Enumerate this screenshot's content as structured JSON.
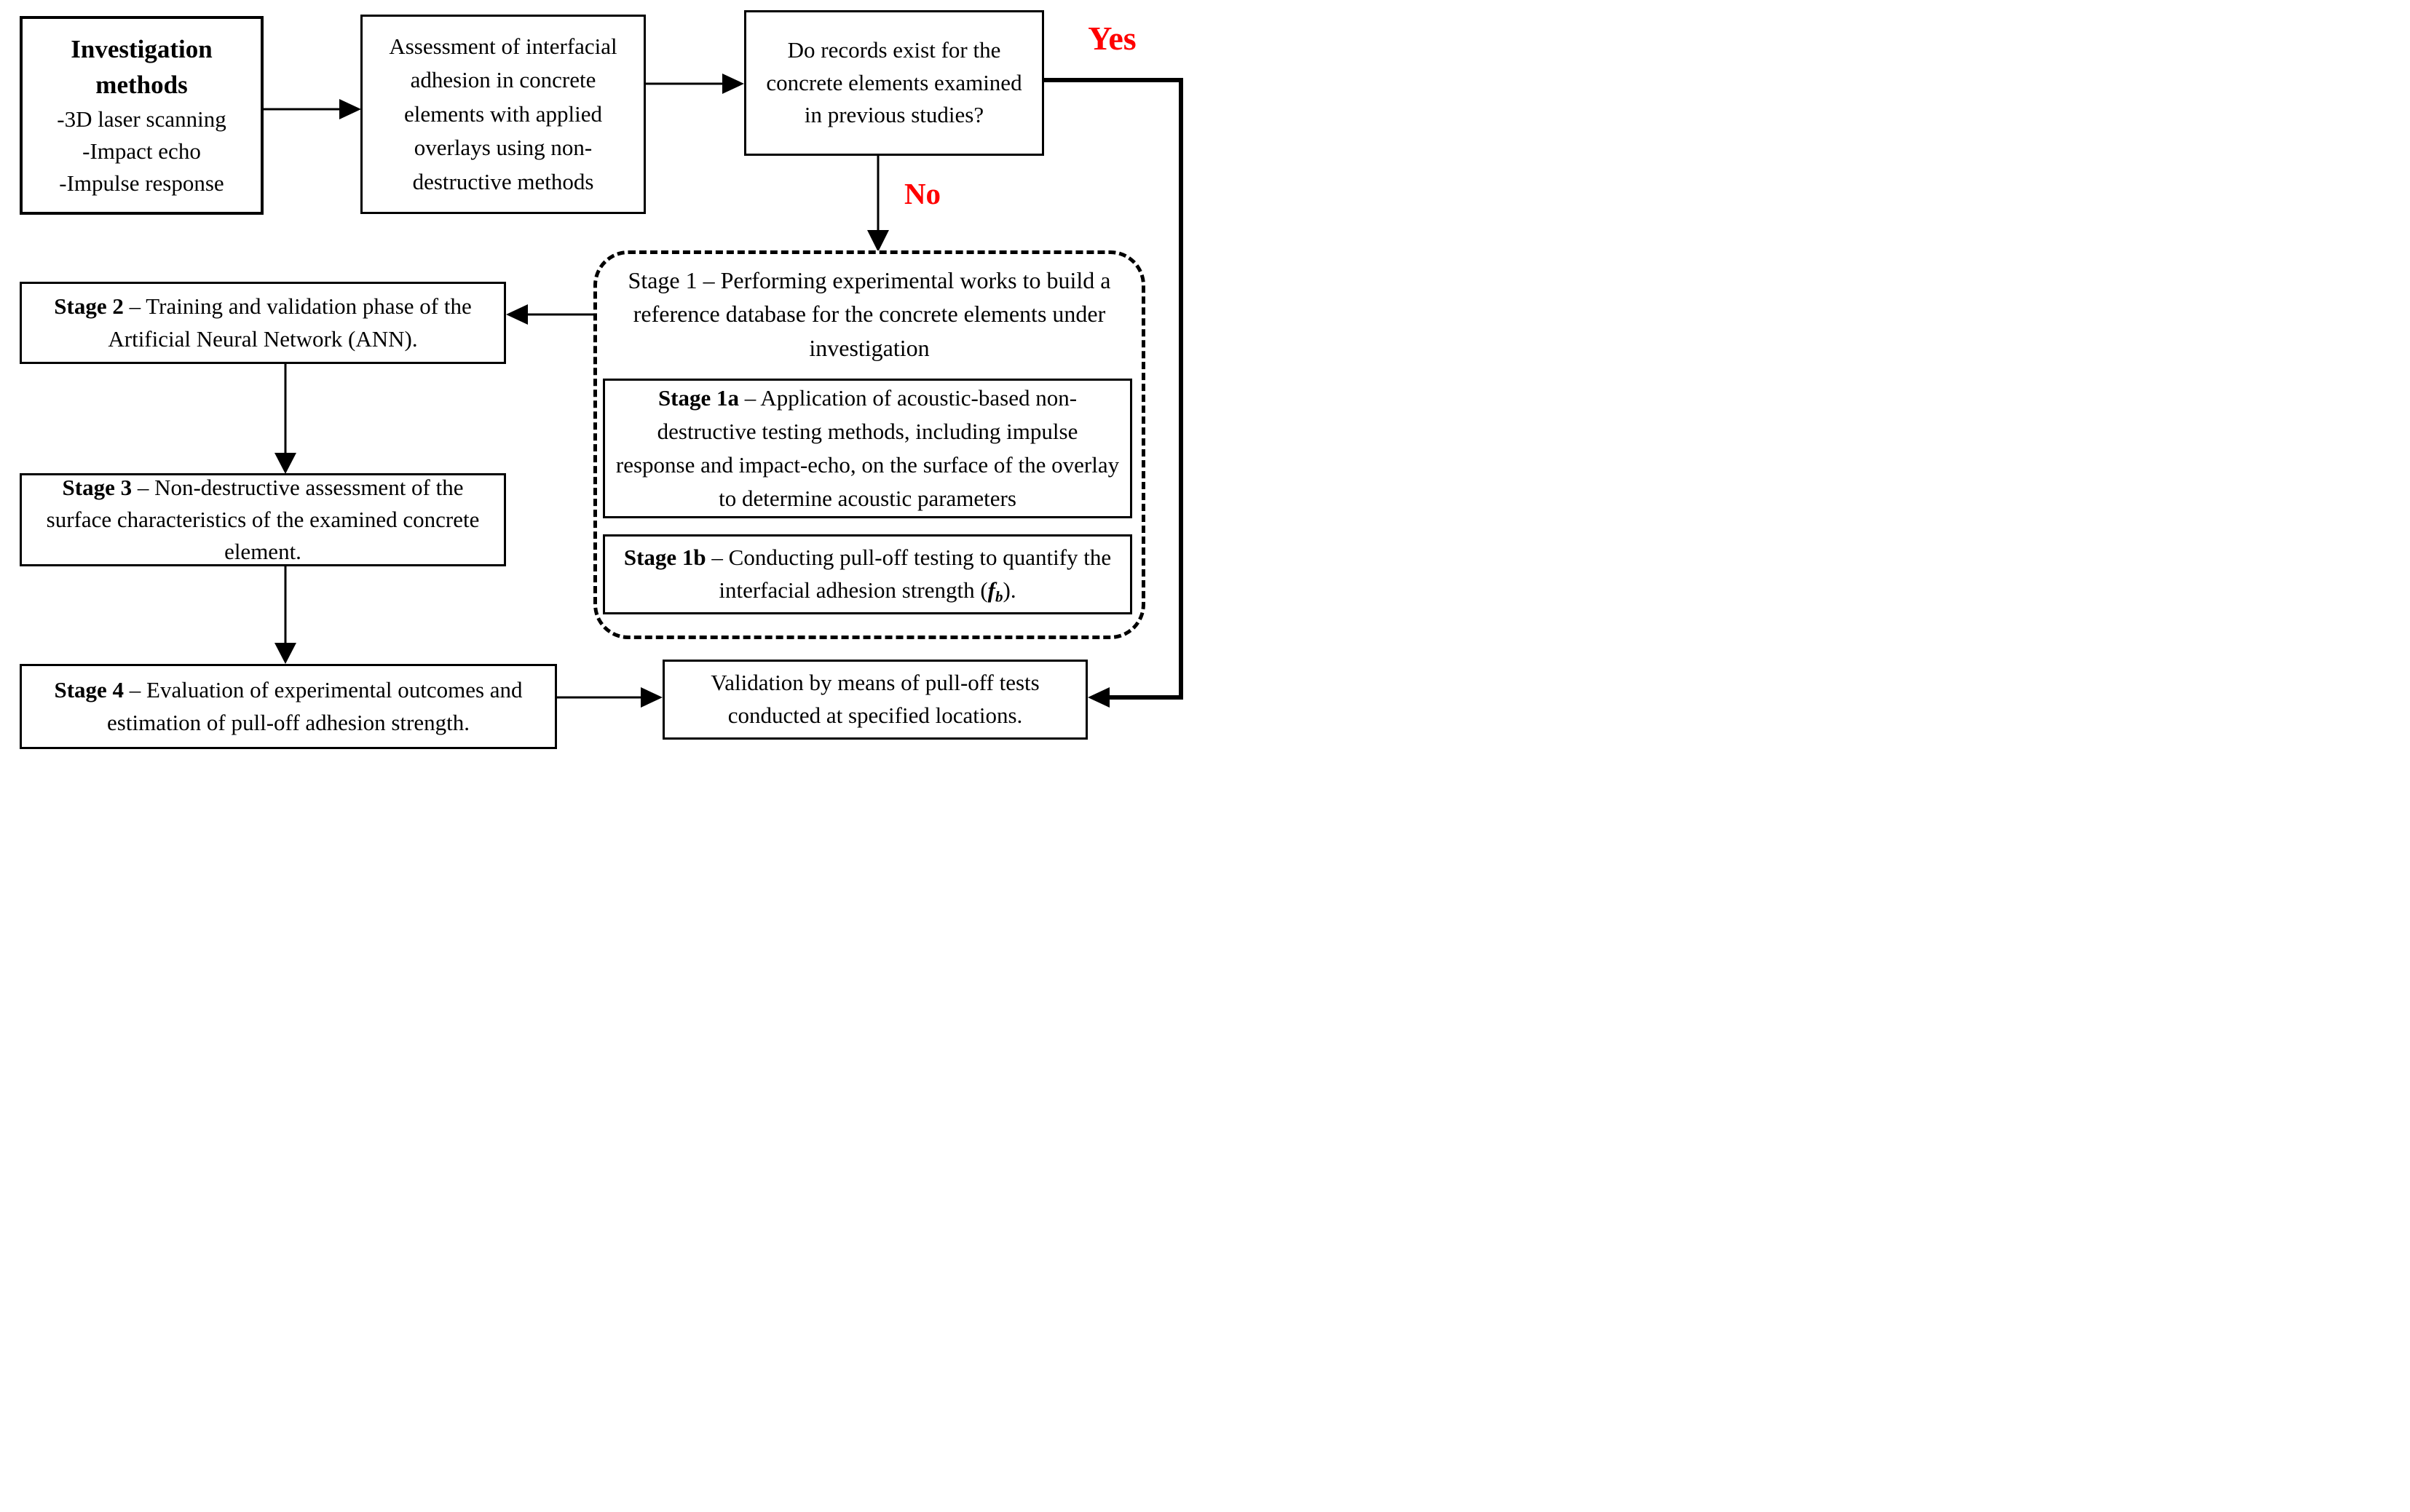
{
  "diagram": {
    "colors": {
      "accent_red": "#ff0000",
      "line_black": "#000000",
      "background": "#ffffff"
    },
    "investigation": {
      "title": "Investigation methods",
      "items": [
        "-3D laser scanning",
        "-Impact echo",
        "-Impulse response"
      ]
    },
    "assessment": {
      "text": "Assessment of interfacial adhesion in concrete elements with applied overlays using non-destructive methods"
    },
    "decision": {
      "text": "Do records exist for the concrete elements examined in previous studies?",
      "yes_label": "Yes",
      "no_label": "No"
    },
    "stage1": {
      "label": "Stage 1",
      "text": "– Performing experimental works to build a reference database for the concrete elements under investigation"
    },
    "stage1a": {
      "label": "Stage 1a",
      "text": "– Application of acoustic-based non-destructive testing methods, including impulse response and impact-echo, on the surface of the overlay to determine acoustic parameters"
    },
    "stage1b": {
      "label": "Stage 1b",
      "text_before": "– Conducting pull-off testing to quantify the interfacial adhesion strength (",
      "f_symbol": "f",
      "f_subscript": "b",
      "text_after": ")."
    },
    "stage2": {
      "label": "Stage 2",
      "text": "– Training and validation phase of the Artificial Neural Network (ANN)."
    },
    "stage3": {
      "label": "Stage 3",
      "text": "– Non-destructive assessment of the surface characteristics of the examined concrete element."
    },
    "stage4": {
      "label": "Stage 4",
      "text": "– Evaluation of experimental outcomes and estimation of pull-off adhesion strength."
    },
    "validation": {
      "text": "Validation by means of pull-off tests conducted at specified locations."
    }
  }
}
